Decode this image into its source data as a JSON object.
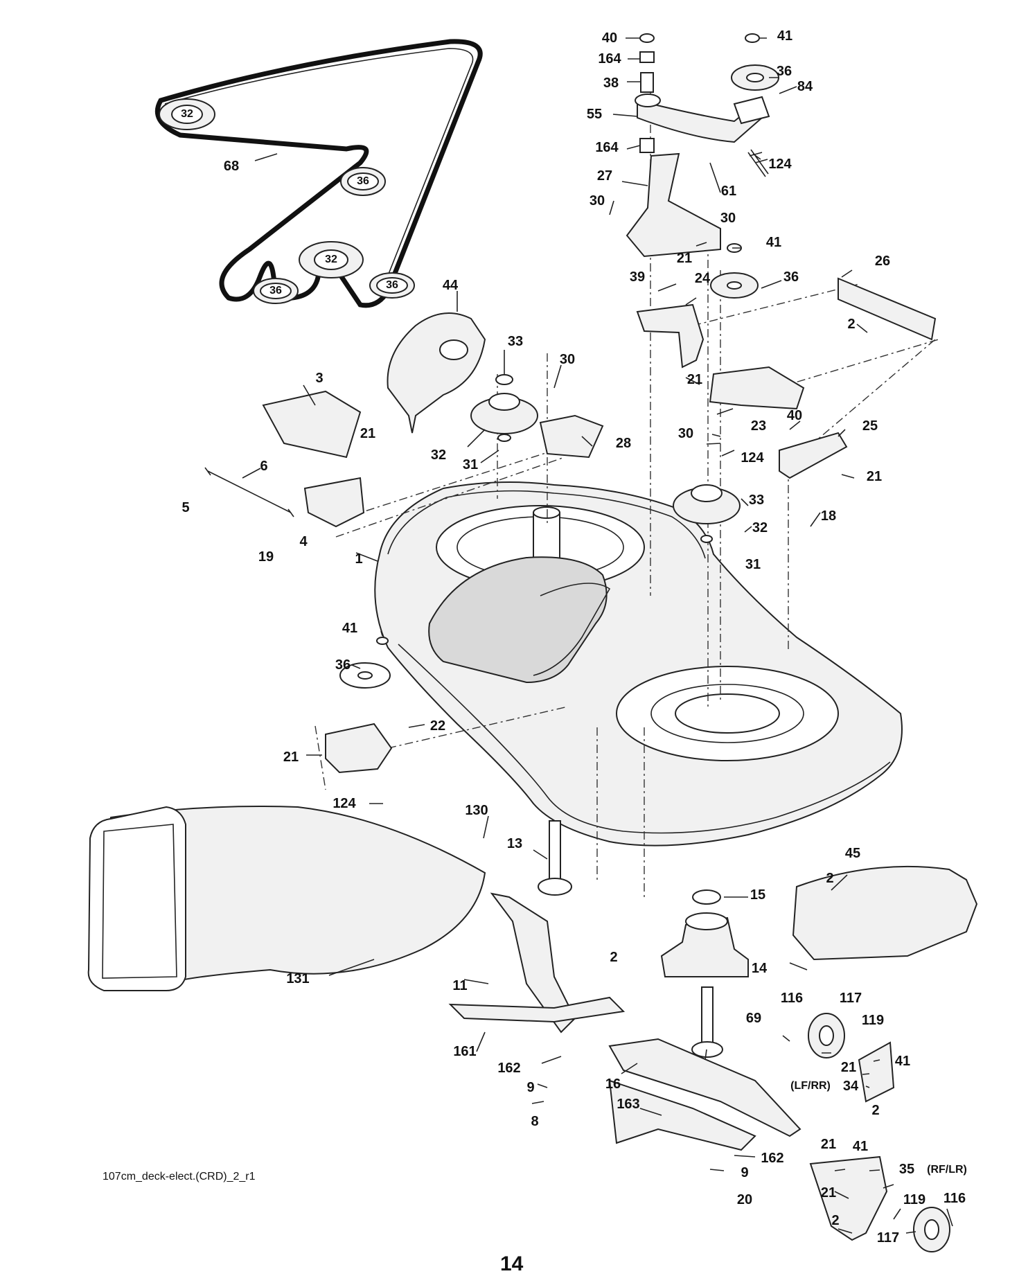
{
  "diagram": {
    "caption": "107cm_deck-elect.(CRD)_2_r1",
    "page_number": "14",
    "belt_labels": {
      "p32_top": "32",
      "p36_mid": "36",
      "p32_mid": "32",
      "p36_left": "36",
      "p36_right": "36"
    },
    "callouts": {
      "c40_top": "40",
      "c41_top": "41",
      "c164_a": "164",
      "c36_a": "36",
      "c38": "38",
      "c84": "84",
      "c55": "55",
      "c164_b": "164",
      "c124_a": "124",
      "c68": "68",
      "c27": "27",
      "c61": "61",
      "c30_a": "30",
      "c30_b": "30",
      "c41_b": "41",
      "c44": "44",
      "c21_a": "21",
      "c39": "39",
      "c36_b": "36",
      "c24": "24",
      "c26": "26",
      "c2_a": "2",
      "c33_a": "33",
      "c30_c": "30",
      "c21_b": "21",
      "c3": "3",
      "c23": "23",
      "c40_b": "40",
      "c25": "25",
      "c21_c": "21",
      "c28": "28",
      "c30_d": "30",
      "c124_b": "124",
      "c21_d": "21",
      "c32_a": "32",
      "c31_a": "31",
      "c6": "6",
      "c33_b": "33",
      "c5": "5",
      "c18": "18",
      "c32_b": "32",
      "c4": "4",
      "c19": "19",
      "c31_b": "31",
      "c1": "1",
      "c41_c": "41",
      "c36_c": "36",
      "c22": "22",
      "c21_e": "21",
      "c124_c": "124",
      "c130": "130",
      "c13": "13",
      "c2_b": "2",
      "c45": "45",
      "c15": "15",
      "c131": "131",
      "c2_c": "2",
      "c14": "14",
      "c11": "11",
      "c116_a": "116",
      "c117_a": "117",
      "c69": "69",
      "c119_a": "119",
      "c161": "161",
      "c21_f": "21",
      "c41_d": "41",
      "c162_a": "162",
      "lfrr": "(LF/RR)",
      "c34": "34",
      "c16": "16",
      "c9_a": "9",
      "c2_d": "2",
      "c8": "8",
      "c163": "163",
      "c21_g": "21",
      "c41_e": "41",
      "c162_b": "162",
      "c35": "35",
      "rflr": "(RF/LR)",
      "c9_b": "9",
      "c21_h": "21",
      "c119_b": "119",
      "c116_b": "116",
      "c20": "20",
      "c2_e": "2",
      "c117_b": "117"
    }
  }
}
